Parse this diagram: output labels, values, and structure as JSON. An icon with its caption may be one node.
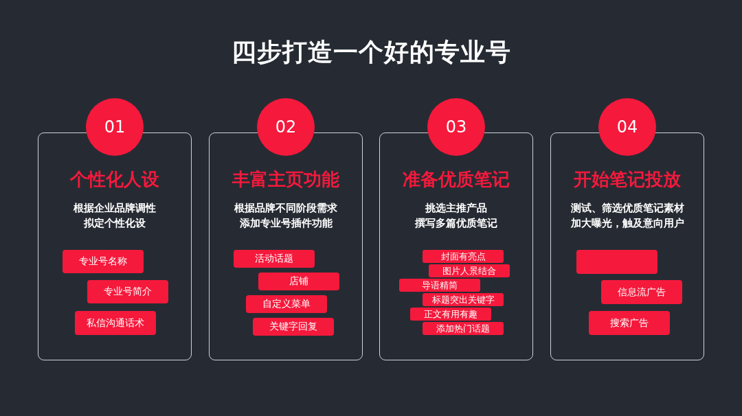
{
  "diagram": {
    "title": "四步打造一个好的专业号",
    "nodes": [
      {
        "text": [
          "01"
        ]
      },
      {
        "text": [
          "个性化人设",
          "根据企业品牌调性拟定个性化设"
        ]
      },
      {
        "text": [
          "专业号名称"
        ],
        "in": 1
      },
      {
        "text": [
          "专业号简介"
        ],
        "in": 1
      },
      {
        "text": [
          "私信沟通话术"
        ],
        "in": 1
      },
      {
        "text": [
          "02"
        ]
      },
      {
        "text": [
          "丰富主页功能",
          "根据品牌不同阶段需求添加专业号插件功能"
        ]
      },
      {
        "text": [
          "活动话题"
        ],
        "in": 6
      },
      {
        "text": [
          "店铺"
        ],
        "in": 6
      },
      {
        "text": [
          "自定义菜单"
        ],
        "in": 6
      },
      {
        "text": [
          "关键字回复"
        ],
        "in": 6
      },
      {
        "text": [
          "03"
        ]
      },
      {
        "text": [
          "准备优质笔记",
          "挑选主推产品撰写多篇优质笔记"
        ]
      },
      {
        "text": [
          "封面有亮点"
        ],
        "in": 12
      },
      {
        "text": [
          "图片人景结合"
        ],
        "in": 12
      },
      {
        "text": [
          "导语精简"
        ],
        "in": 12
      },
      {
        "text": [
          "标题突出关键字"
        ],
        "in": 12
      },
      {
        "text": [
          "正文有用有趣"
        ],
        "in": 12
      },
      {
        "text": [
          "添加热门话题"
        ],
        "in": 12
      },
      {
        "text": [
          "04"
        ]
      },
      {
        "text": [
          "开始笔记投放",
          "测试、筛选优质笔记素材加大曝光，触及意向用户"
        ]
      },
      {
        "text": [],
        "shape": "box",
        "in": 20
      },
      {
        "text": [
          "信息流广告"
        ],
        "in": 20
      },
      {
        "text": [
          "搜索广告"
        ],
        "in": 20
      }
    ]
  }
}
